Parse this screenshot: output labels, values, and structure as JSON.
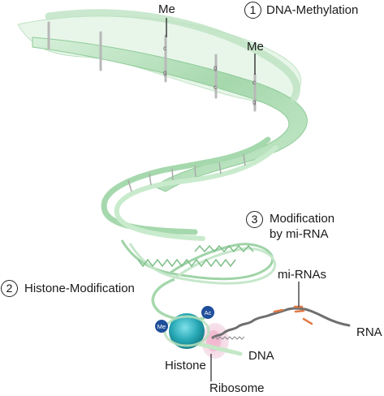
{
  "labels": {
    "step1_number": "1",
    "step1_title": "DNA-Methylation",
    "step2_number": "2",
    "step2_title": "Histone-Modification",
    "step3_number": "3",
    "step3_title_line1": "Modification",
    "step3_title_line2": "by mi-RNA",
    "methyl_mark": "Me",
    "mirnas": "mi-RNAs",
    "rna": "RNA",
    "dna": "DNA",
    "histone": "Histone",
    "ribosome": "Ribosome"
  },
  "histone_tags": {
    "methyl": "Me",
    "acetyl": "Ac"
  },
  "base_letters": {
    "cytosine": "c",
    "guanine": "g"
  },
  "colors": {
    "dna_strand": "#a6d8ad",
    "dna_strand_dark": "#7fbf8a",
    "base_pair_rung": "#b5b5b5",
    "histone": "#28a9b6",
    "histone_tag": "#1f4f9a",
    "ribosome": "#f2b6cf",
    "rna": "#6f6f6f",
    "mirna": "#e07a45"
  }
}
